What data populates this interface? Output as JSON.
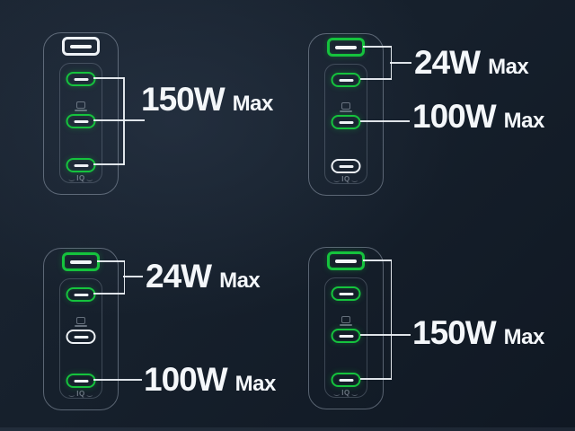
{
  "logo": "IQ",
  "colors": {
    "active_green": "#15c33d",
    "inactive_white": "#eef2f6",
    "background": "#16202c",
    "text": "#f4f7fa"
  },
  "panels": [
    {
      "position": "top-left",
      "ports": {
        "usb_a": {
          "type": "USB-A",
          "state": "white"
        },
        "usb_c": [
          {
            "type": "USB-C",
            "state": "green"
          },
          {
            "type": "USB-C",
            "state": "green"
          },
          {
            "type": "USB-C",
            "state": "green"
          }
        ]
      },
      "labels": [
        {
          "value": "150W",
          "unit": "Max"
        }
      ]
    },
    {
      "position": "top-right",
      "ports": {
        "usb_a": {
          "type": "USB-A",
          "state": "green"
        },
        "usb_c": [
          {
            "type": "USB-C",
            "state": "green"
          },
          {
            "type": "USB-C",
            "state": "green"
          },
          {
            "type": "USB-C",
            "state": "white"
          }
        ]
      },
      "labels": [
        {
          "value": "24W",
          "unit": "Max"
        },
        {
          "value": "100W",
          "unit": "Max"
        }
      ]
    },
    {
      "position": "bottom-left",
      "ports": {
        "usb_a": {
          "type": "USB-A",
          "state": "green"
        },
        "usb_c": [
          {
            "type": "USB-C",
            "state": "green"
          },
          {
            "type": "USB-C",
            "state": "white"
          },
          {
            "type": "USB-C",
            "state": "green"
          }
        ]
      },
      "labels": [
        {
          "value": "24W",
          "unit": "Max"
        },
        {
          "value": "100W",
          "unit": "Max"
        }
      ]
    },
    {
      "position": "bottom-right",
      "ports": {
        "usb_a": {
          "type": "USB-A",
          "state": "green"
        },
        "usb_c": [
          {
            "type": "USB-C",
            "state": "green"
          },
          {
            "type": "USB-C",
            "state": "green"
          },
          {
            "type": "USB-C",
            "state": "green"
          }
        ]
      },
      "labels": [
        {
          "value": "150W",
          "unit": "Max"
        }
      ]
    }
  ]
}
